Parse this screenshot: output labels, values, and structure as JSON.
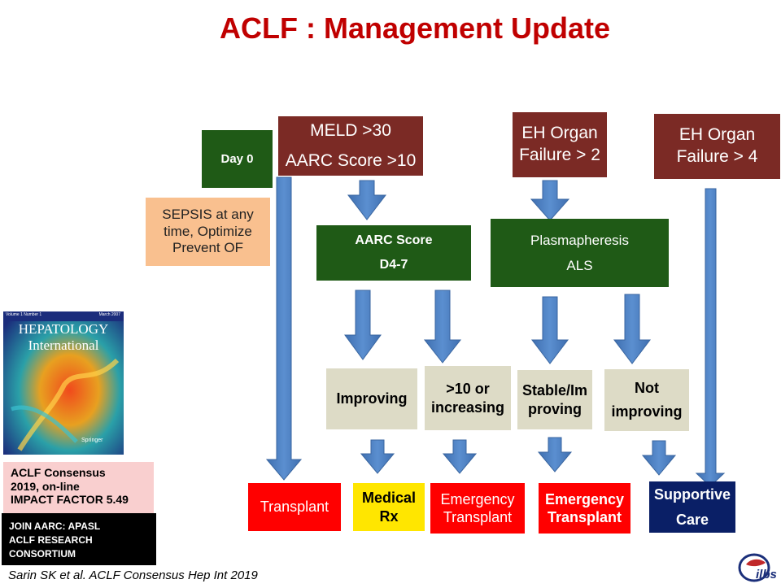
{
  "title": "ACLF :  Management Update",
  "top_row": {
    "day0": "Day 0",
    "meld": [
      "MELD >30",
      "AARC Score >10"
    ],
    "eh2": [
      "EH Organ",
      "Failure > 2"
    ],
    "eh4": [
      "EH Organ",
      "Failure > 4"
    ]
  },
  "sepsis": [
    "SEPSIS at any",
    "time, Optimize",
    "Prevent  OF"
  ],
  "middle_row": {
    "aarc": [
      "AARC Score",
      "D4-7"
    ],
    "plasma": [
      "Plasmapheresis",
      "ALS"
    ]
  },
  "status_row": {
    "improving": "Improving",
    "increasing": [
      ">10 or",
      "increasing"
    ],
    "stable": [
      "Stable/Im",
      "proving"
    ],
    "not_improving": [
      "Not",
      "improving"
    ]
  },
  "outcomes": {
    "transplant": "Transplant",
    "medical": [
      "Medical",
      "Rx"
    ],
    "emergency1": [
      "Emergency",
      "Transplant"
    ],
    "emergency2": [
      "Emergency",
      "Transplant"
    ],
    "supportive": [
      "Supportive",
      "Care"
    ]
  },
  "journal": {
    "volume": "Volume 1 Number 1",
    "date": "March 2007",
    "name1": "HEPATOLOGY",
    "name2": "International",
    "publisher": "Springer"
  },
  "consensus_note": [
    "ACLF Consensus",
    "2019, on-line",
    "IMPACT FACTOR 5.49"
  ],
  "join_note": [
    "JOIN AARC:  APASL",
    "ACLF RESEARCH",
    "CONSORTIUM"
  ],
  "citation": "Sarin SK et al. ACLF Consensus Hep Int 2019",
  "logo_text": "ilbs",
  "colors": {
    "title": "#c00000",
    "maroon": "#7b2a25",
    "green": "#1f5a16",
    "arrow": "#4f81bd",
    "red": "#ff0000",
    "yellow": "#ffe600",
    "navy": "#0a1f66",
    "peach": "#f9c08f",
    "beige": "#dddbc6",
    "pink": "#f9cfcf"
  }
}
